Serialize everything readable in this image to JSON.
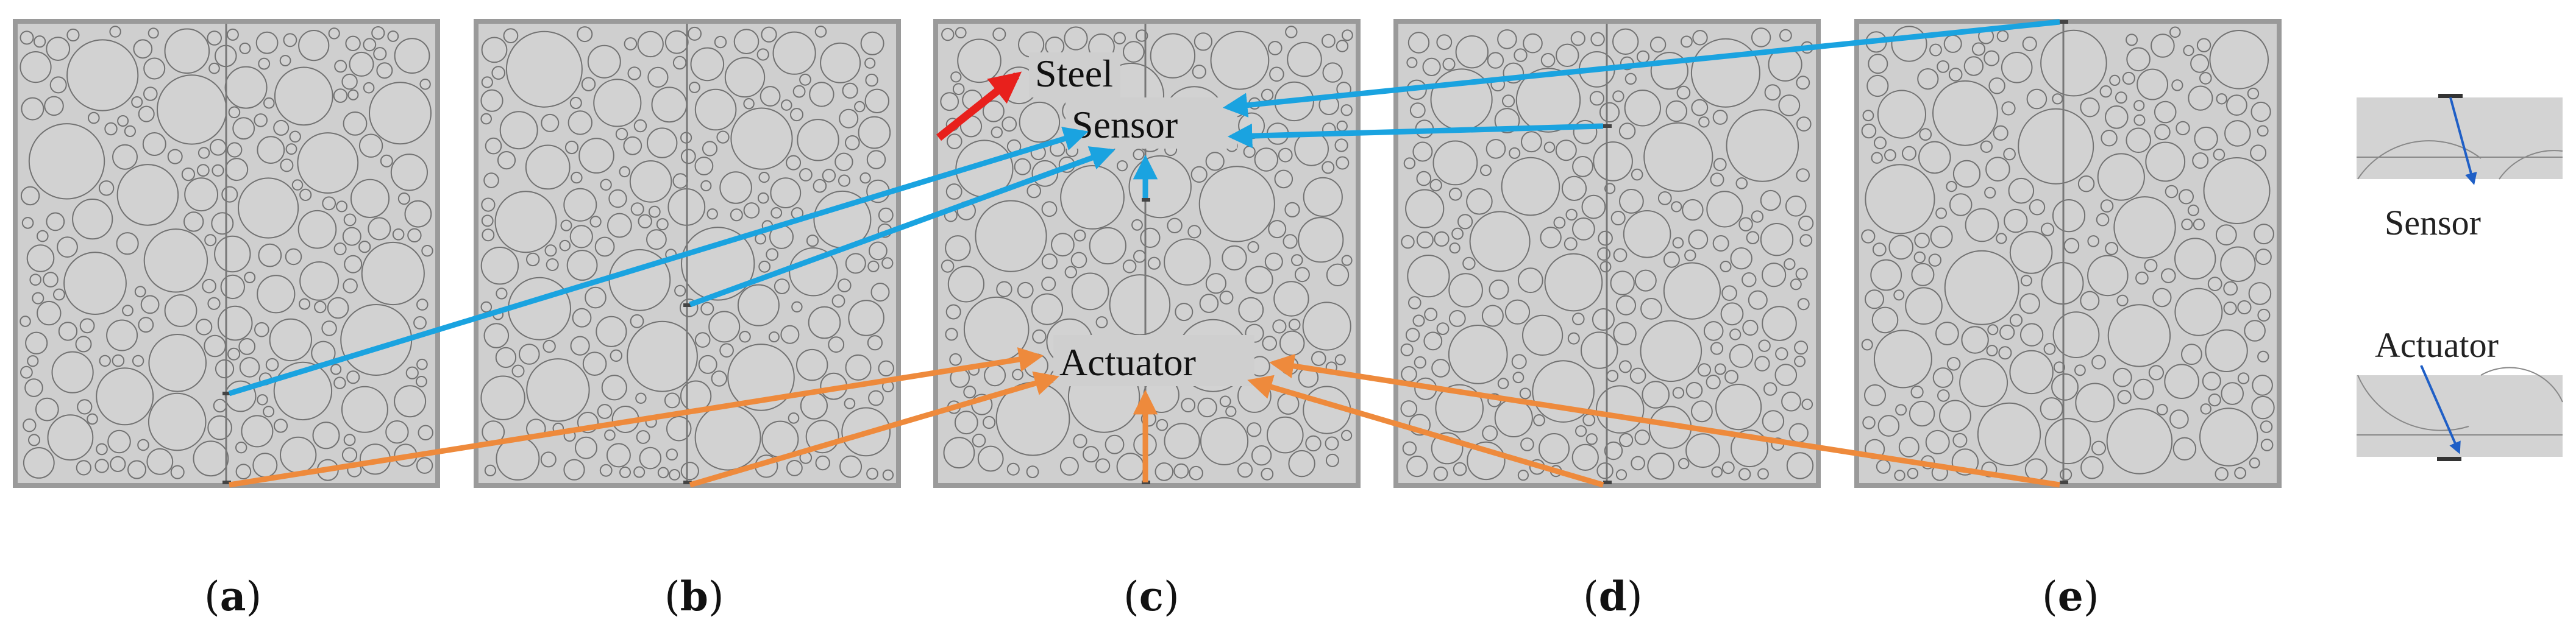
{
  "labels": {
    "steel": "Steel",
    "sensor": "Sensor",
    "actuator": "Actuator"
  },
  "inset": {
    "sensor_label": "Sensor",
    "actuator_label": "Actuator"
  },
  "panels": [
    {
      "id": "a",
      "caption_open": "(",
      "caption_letter": "a",
      "caption_close": ")"
    },
    {
      "id": "b",
      "caption_open": "(",
      "caption_letter": "b",
      "caption_close": ")"
    },
    {
      "id": "c",
      "caption_open": "(",
      "caption_letter": "c",
      "caption_close": ")"
    },
    {
      "id": "d",
      "caption_open": "(",
      "caption_letter": "d",
      "caption_close": ")"
    },
    {
      "id": "e",
      "caption_open": "(",
      "caption_letter": "e",
      "caption_close": ")"
    }
  ],
  "colors": {
    "concrete_fill": "#cfcfcf",
    "aggregate_stroke": "#707070",
    "panel_border": "#9a9a9a",
    "sensor_arrow": "#1aa3e0",
    "actuator_arrow": "#ee8a3c",
    "steel_arrow": "#e8201c",
    "inset_arrow": "#1f5fc6"
  }
}
